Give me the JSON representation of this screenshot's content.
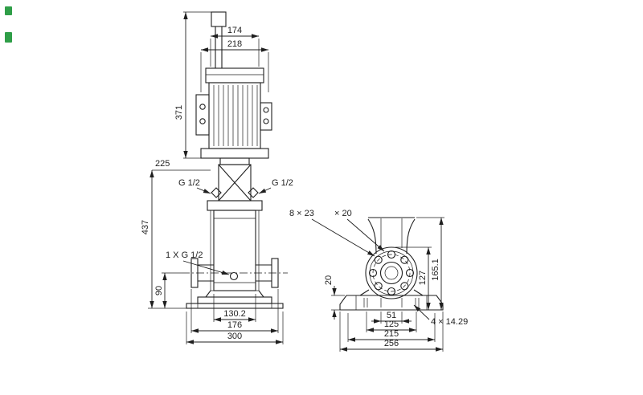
{
  "drawing": {
    "title": "pump-dimensional-drawing",
    "line_color": "#1f1f1f",
    "accent_green": "#2f9e48",
    "side_view": {
      "fan_width": "174",
      "motor_width": "218",
      "motor_height": "371",
      "coupling_clearance": "225",
      "port_left": "G 1/2",
      "port_right": "G 1/2",
      "total_height": "437",
      "drain_port": "1 X G 1/2",
      "port_height": "90",
      "port_span": "130.2",
      "base_width": "176",
      "baseplate_width": "300"
    },
    "front_view": {
      "flange_holes": "8 × 23",
      "flange_hole_depth": "× 20",
      "base_height": "20",
      "port_center_height": "127",
      "head_height": "165.1",
      "foot_holes": "4 × 14.29",
      "slot_gap": "51",
      "hole_span_inner": "125",
      "hole_span_outer": "215",
      "base_width": "256"
    }
  }
}
